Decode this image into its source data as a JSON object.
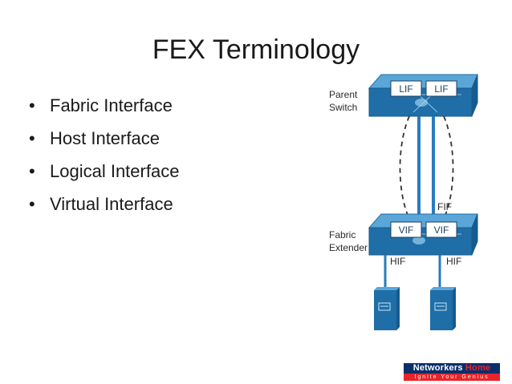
{
  "slide": {
    "title": "FEX Terminology",
    "bullets": [
      "Fabric Interface",
      "Host Interface",
      "Logical Interface",
      "Virtual Interface"
    ]
  },
  "diagram": {
    "parent_switch_label_1": "Parent",
    "parent_switch_label_2": "Switch",
    "fabric_extender_label_1": "Fabric",
    "fabric_extender_label_2": "Extender",
    "lif_left": "LIF",
    "lif_right": "LIF",
    "fif": "FIF",
    "vif_left": "VIF",
    "vif_right": "VIF",
    "hif_left": "HIF",
    "hif_right": "HIF",
    "colors": {
      "switch_top": "#4a9ad0",
      "switch_front": "#1f6ea8",
      "server": "#1f6ea8",
      "link": "#2a7bbf"
    }
  },
  "logo": {
    "name_part1": "Networkers ",
    "name_part2": "Home",
    "tagline": "Ignite Your Genius"
  }
}
